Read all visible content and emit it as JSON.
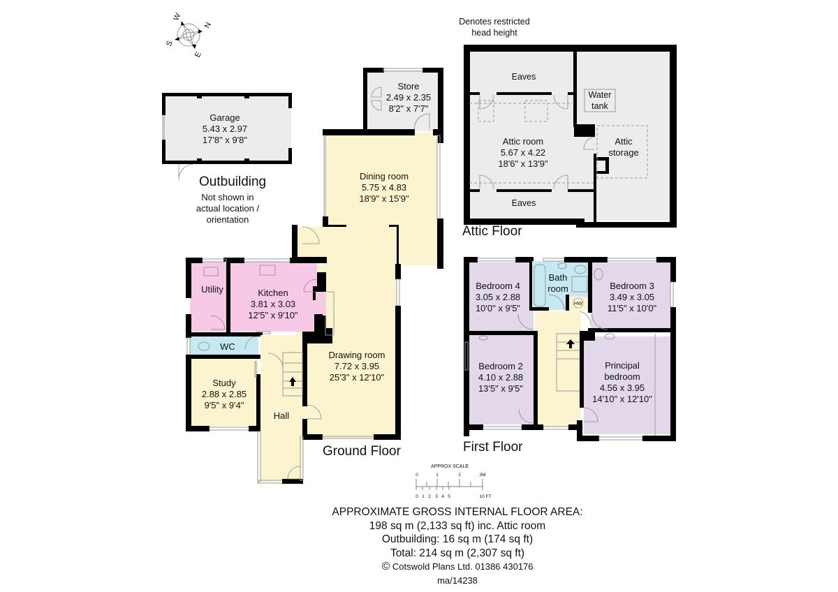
{
  "compass": {
    "labels": [
      "W",
      "N",
      "S",
      "E"
    ]
  },
  "colors": {
    "grey_room": "#ececec",
    "yellow_room": "#fbf4cf",
    "pink_room": "#f7c9e6",
    "blue_room": "#c6e8f1",
    "purple_room": "#e3d7ea",
    "wall": "#000000"
  },
  "outbuilding": {
    "title": "Outbuilding",
    "note_lines": [
      "Not shown in",
      "actual location /",
      "orientation"
    ],
    "rooms": [
      {
        "name": "Garage",
        "metric": "5.43 x 2.97",
        "imperial": "17'8\" x 9'8\""
      }
    ]
  },
  "ground_floor": {
    "title": "Ground Floor",
    "rooms": {
      "store": {
        "name": "Store",
        "metric": "2.49 x 2.35",
        "imperial": "8'2\" x 7'7\""
      },
      "dining": {
        "name": "Dining room",
        "metric": "5.75 x 4.83",
        "imperial": "18'9\" x 15'9\""
      },
      "kitchen": {
        "name": "Kitchen",
        "metric": "3.81 x 3.03",
        "imperial": "12'5\" x 9'10\""
      },
      "utility": {
        "name": "Utility"
      },
      "wc": {
        "name": "WC"
      },
      "drawing": {
        "name": "Drawing room",
        "metric": "7.72 x 3.95",
        "imperial": "25'3\" x 12'10\""
      },
      "study": {
        "name": "Study",
        "metric": "2.88 x 2.85",
        "imperial": "9'5\" x 9'4\""
      },
      "hall": {
        "name": "Hall"
      }
    }
  },
  "attic_floor": {
    "title": "Attic Floor",
    "legend_lines": [
      "Denotes restricted",
      "head height"
    ],
    "rooms": {
      "eaves_top": {
        "name": "Eaves"
      },
      "eaves_bottom": {
        "name": "Eaves"
      },
      "water_tank": {
        "name_lines": [
          "Water",
          "tank"
        ]
      },
      "attic_room": {
        "name": "Attic room",
        "metric": "5.67 x 4.22",
        "imperial": "18'6\" x 13'9\""
      },
      "attic_storage": {
        "name_lines": [
          "Attic",
          "storage"
        ]
      }
    }
  },
  "first_floor": {
    "title": "First Floor",
    "rooms": {
      "bedroom4": {
        "name": "Bedroom 4",
        "metric": "3.05 x 2.88",
        "imperial": "10'0\" x 9'5\""
      },
      "bathroom": {
        "name_lines": [
          "Bath",
          "room"
        ]
      },
      "hw": {
        "name": "HW"
      },
      "bedroom3": {
        "name": "Bedroom 3",
        "metric": "3.49 x 3.05",
        "imperial": "11'5\" x 10'0\""
      },
      "bedroom2": {
        "name": "Bedroom 2",
        "metric": "4.10 x 2.88",
        "imperial": "13'5\" x 9'5\""
      },
      "principal": {
        "name_lines": [
          "Principal",
          "bedroom"
        ],
        "metric": "4.56 x 3.95",
        "imperial": "14'10\" x 12'10\""
      }
    }
  },
  "scale": {
    "title": "APPROX SCALE",
    "metric_ticks": [
      "0",
      "1",
      "2",
      "3M"
    ],
    "imperial_ticks": [
      "0",
      "1",
      "2",
      "3",
      "4",
      "5",
      "10 FT"
    ]
  },
  "footer": {
    "line1": "APPROXIMATE GROSS INTERNAL FLOOR AREA:",
    "line2": "198 sq m (2,133 sq ft) inc. Attic room",
    "line3": "Outbuilding: 16 sq m (174 sq ft)",
    "line4": "Total: 214 sq m (2,307 sq ft)",
    "copyright_symbol": "©",
    "copyright": "Cotswold Plans Ltd. 01386 430176",
    "reference": "ma/14238"
  }
}
